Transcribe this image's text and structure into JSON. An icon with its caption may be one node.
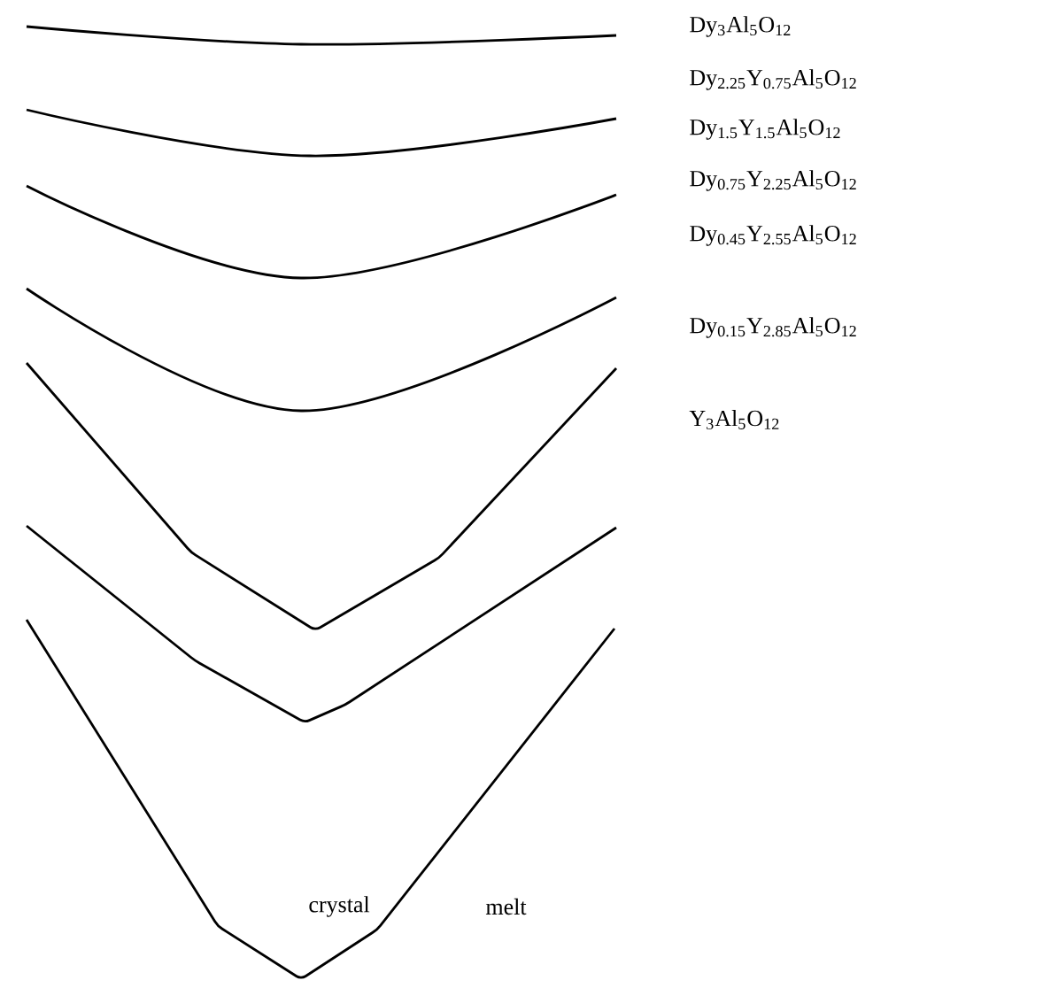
{
  "diagram": {
    "labels": [
      "Dy$_{3}$Al$_{5}$O$_{12}$",
      "Dy$_{2.25}$Y$_{0.75}$Al$_{5}$O$_{12}$",
      "Dy$_{1.5}$Y$_{1.5}$Al$_{5}$O$_{12}$",
      "Dy$_{0.75}$Y$_{2.25}$Al$_{5}$O$_{12}$",
      "Dy$_{0.45}$Y$_{2.55}$Al$_{5}$O$_{12}$",
      "Dy$_{0.15}$Y$_{2.85}$Al$_{5}$O$_{12}$",
      "Y$_{3}$Al$_{5}$O$_{12}$",
      "crystal",
      "melt"
    ]
  }
}
